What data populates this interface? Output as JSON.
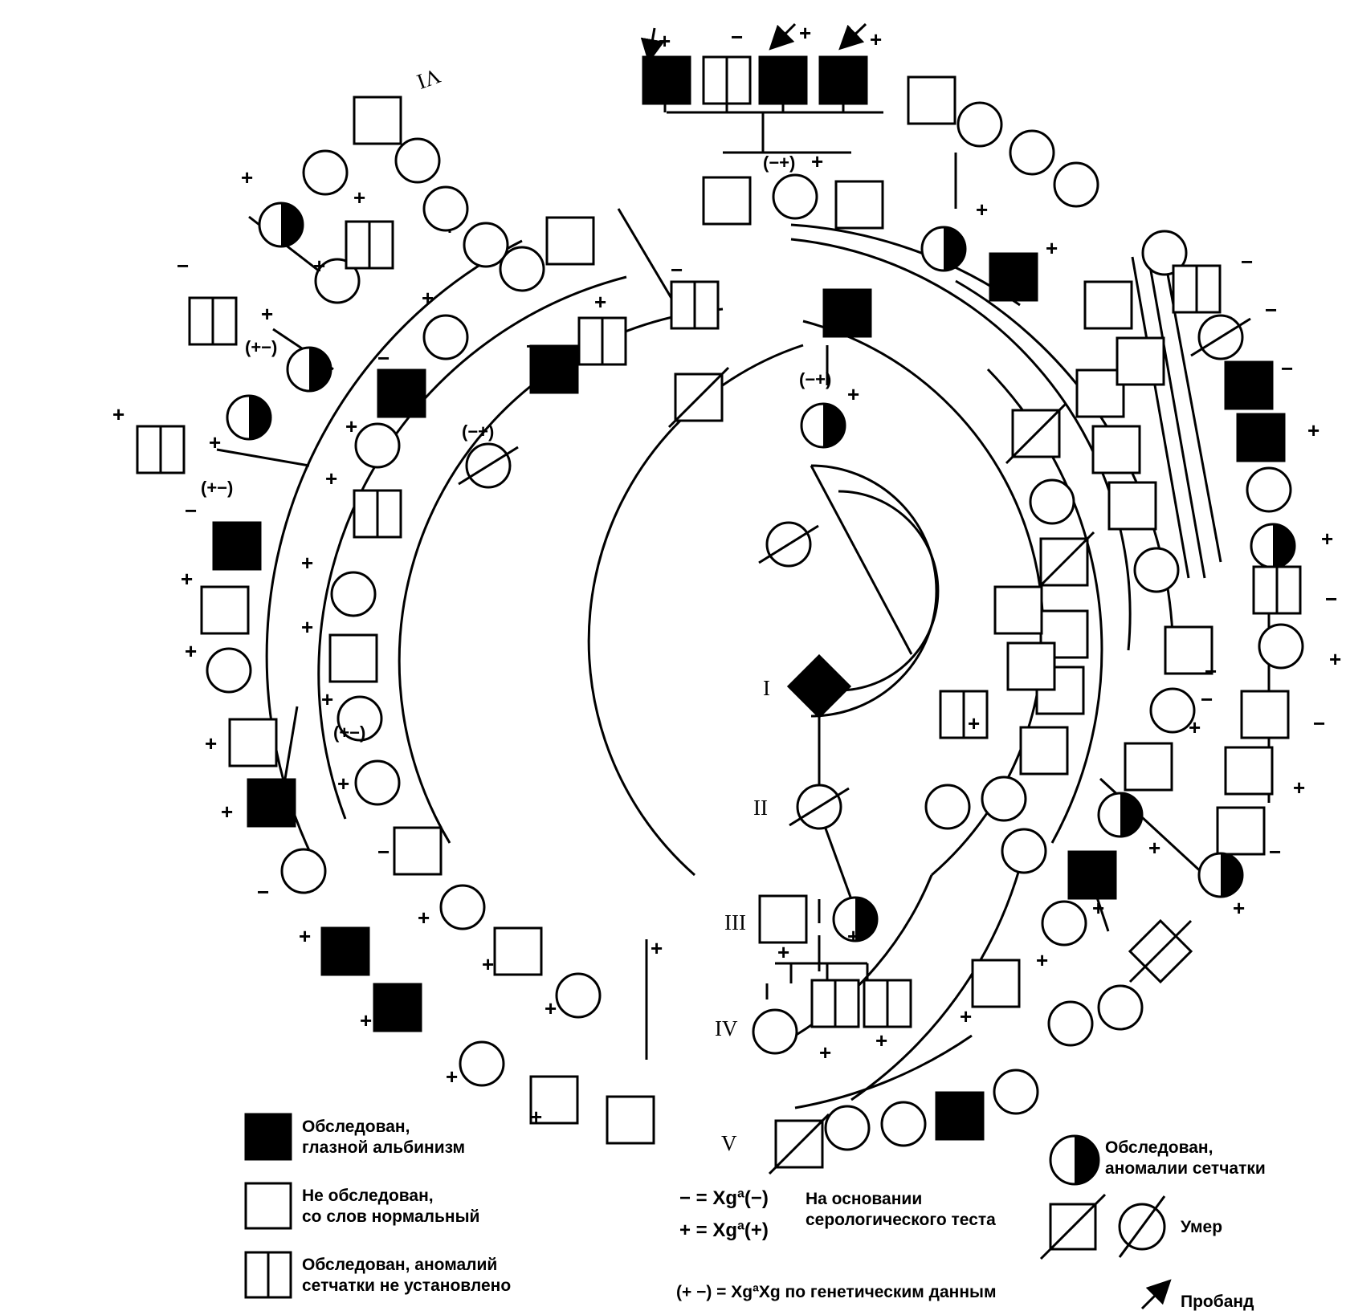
{
  "generations": {
    "g1": "I",
    "g2": "II",
    "g3": "III",
    "g4": "IV",
    "g5": "V",
    "g6": "VI"
  },
  "marks": {
    "plus": "+",
    "minus": "−",
    "het_minus_plus": "(−+)",
    "het_plus_minus": "(+−)",
    "het_minus_plus_alt": "(−+)",
    "het_plus_minus_alt": "(+−)"
  },
  "legend": {
    "affected_line1": "Обследован,",
    "affected_line2": "глазной альбинизм",
    "normal_line1": "Не обследован,",
    "normal_line2": "со слов нормальный",
    "examined_line1": "Обследован, аномалий",
    "examined_line2": "сетчатки не установлено",
    "minus_def": "− = Xgª(−)",
    "plus_def": "+ = Xgª(+)",
    "serology_line1": "На основании",
    "serology_line2": "серологического теста",
    "genetic_def": "(+ −) = XgªXg по генетическим данным",
    "carrier_line1": "Обследован,",
    "carrier_line2": "аномалии сетчатки",
    "deceased": "Умер",
    "proband": "Пробанд"
  },
  "colors": {
    "ink": "#000000",
    "paper": "#ffffff"
  }
}
